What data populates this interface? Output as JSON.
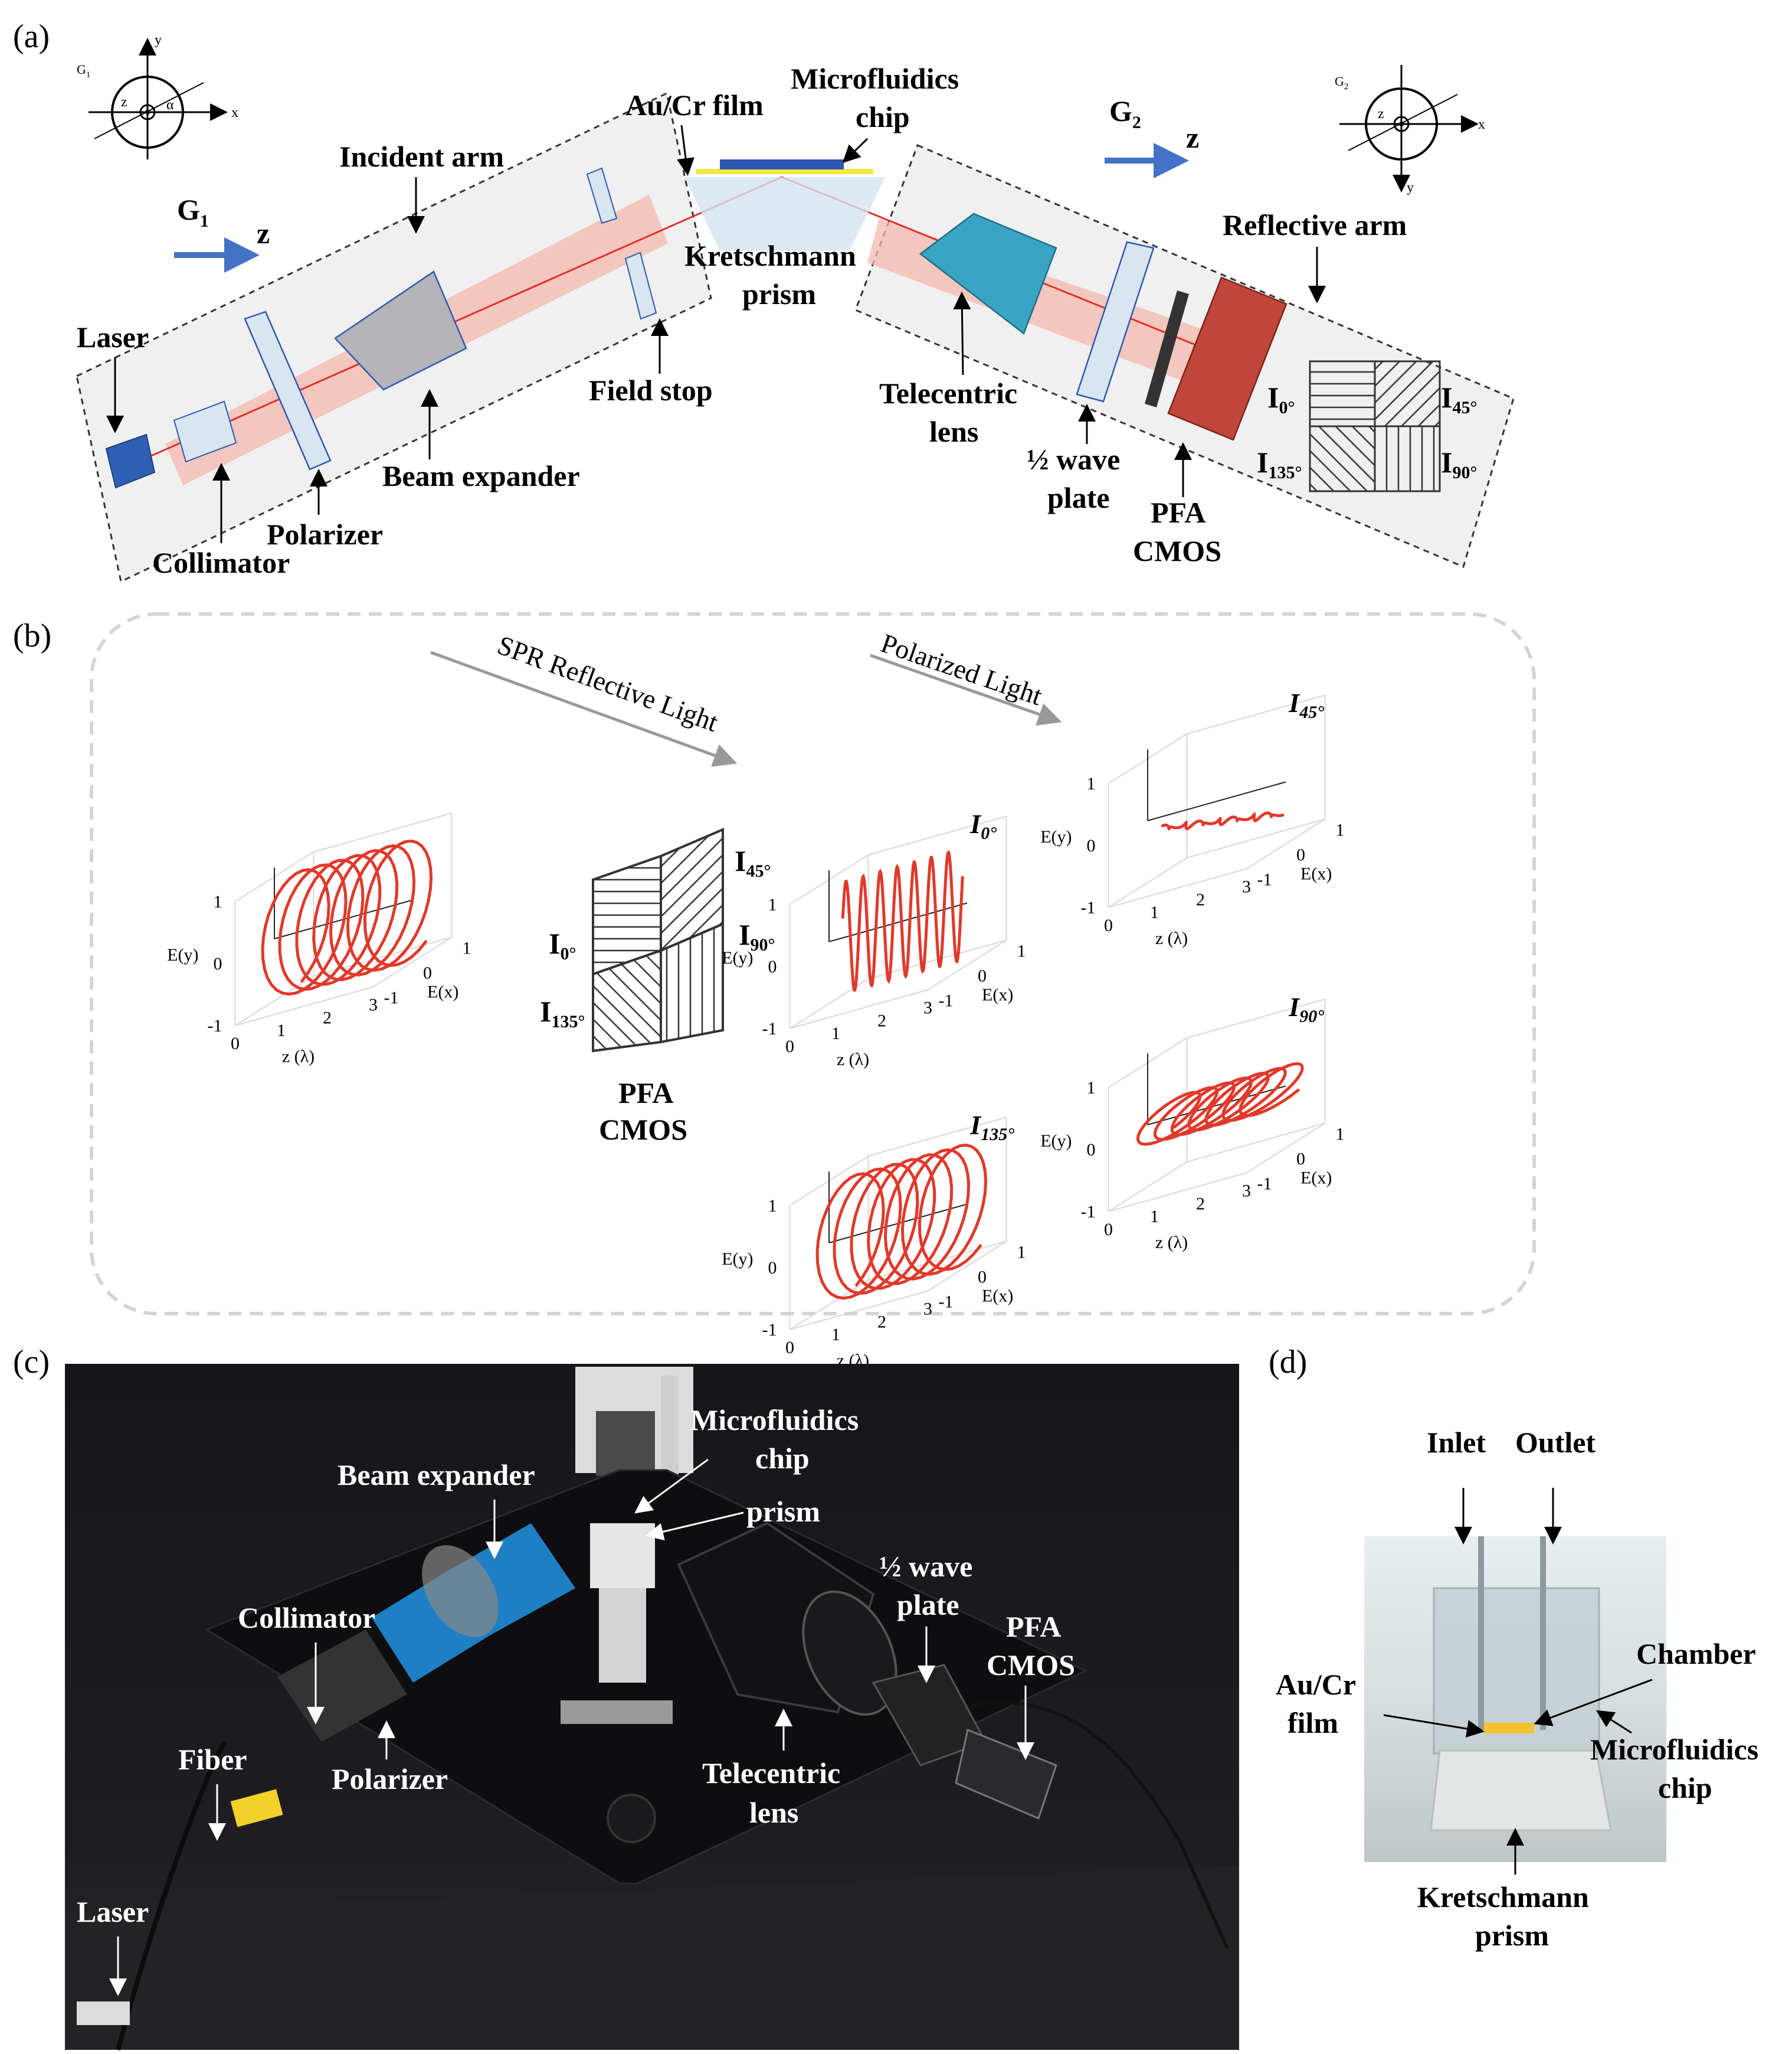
{
  "panel_a": {
    "tag": "(a)",
    "labels": {
      "au_cr_film": "Au/Cr film",
      "microfluidics_1": "Microfluidics",
      "microfluidics_2": "chip",
      "incident_arm": "Incident arm",
      "kretschmann_1": "Kretschmann",
      "kretschmann_2": "prism",
      "reflective_arm": "Reflective arm",
      "laser": "Laser",
      "field_stop": "Field stop",
      "telecentric_1": "Telecentric",
      "telecentric_2": "lens",
      "wave_plate_1": "½ wave",
      "wave_plate_2": "plate",
      "beam_expander": "Beam expander",
      "polarizer": "Polarizer",
      "collimator": "Collimator",
      "pfa_1": "PFA",
      "pfa_2": "CMOS"
    },
    "g1": {
      "name": "G",
      "sub": "1",
      "axis": "z"
    },
    "g2": {
      "name": "G",
      "sub": "2",
      "axis": "z"
    },
    "coord1": {
      "name": "G",
      "sub": "1",
      "x": "x",
      "y": "y",
      "z": "z",
      "alpha": "α"
    },
    "coord2": {
      "name": "G",
      "sub": "2",
      "x": "x",
      "y": "y",
      "z": "z"
    },
    "pixel_labels": [
      {
        "main": "I",
        "sub": "0°"
      },
      {
        "main": "I",
        "sub": "45°"
      },
      {
        "main": "I",
        "sub": "135°"
      },
      {
        "main": "I",
        "sub": "90°"
      }
    ]
  },
  "panel_b": {
    "tag": "(b)",
    "arrow1": "SPR Reflective Light",
    "arrow2": "Polarized Light",
    "pfa_1": "PFA",
    "pfa_2": "CMOS",
    "pixel_labels": [
      {
        "main": "I",
        "sub": "45°"
      },
      {
        "main": "I",
        "sub": "0°"
      },
      {
        "main": "I",
        "sub": "90°"
      },
      {
        "main": "I",
        "sub": "135°"
      }
    ],
    "axis_text": {
      "ylabel": "E(y)",
      "xlabel": "E(x)",
      "zlabel": "z (λ)",
      "yticks": [
        "1",
        "0",
        "-1"
      ],
      "zticks": [
        "0",
        "1",
        "2",
        "3"
      ],
      "xticks": [
        "-1",
        "0",
        "1"
      ]
    },
    "plots": [
      {
        "name": "input",
        "label": "",
        "sub": ""
      },
      {
        "name": "i0",
        "label": "I",
        "sub": "0°"
      },
      {
        "name": "i45",
        "label": "I",
        "sub": "45°"
      },
      {
        "name": "i135",
        "label": "I",
        "sub": "135°"
      },
      {
        "name": "i90",
        "label": "I",
        "sub": "90°"
      }
    ]
  },
  "panel_c": {
    "tag": "(c)",
    "labels": {
      "microfluidics_1": "Microfluidics",
      "microfluidics_2": "chip",
      "prism": "prism",
      "beam_expander": "Beam expander",
      "wave_plate_1": "½ wave",
      "wave_plate_2": "plate",
      "collimator": "Collimator",
      "pfa_1": "PFA",
      "pfa_2": "CMOS",
      "fiber": "Fiber",
      "polarizer": "Polarizer",
      "telecentric_1": "Telecentric",
      "telecentric_2": "lens",
      "laser": "Laser"
    }
  },
  "panel_d": {
    "tag": "(d)",
    "labels": {
      "inlet": "Inlet",
      "outlet": "Outlet",
      "chamber": "Chamber",
      "au_cr_1": "Au/Cr",
      "au_cr_2": "film",
      "microfluidics_1": "Microfluidics",
      "microfluidics_2": "chip",
      "kretschmann_1": "Kretschmann",
      "kretschmann_2": "prism"
    }
  },
  "colors": {
    "beam": "#f4b8ad",
    "laser_line": "#e0302a",
    "curve": "#e0392b",
    "blue_arrow": "#4472c4",
    "laser_box": "#2f5fb3",
    "lens_teal": "#3aa5c2",
    "cmos_red": "#c0463a",
    "photo_bg": "#1c1c1e"
  }
}
